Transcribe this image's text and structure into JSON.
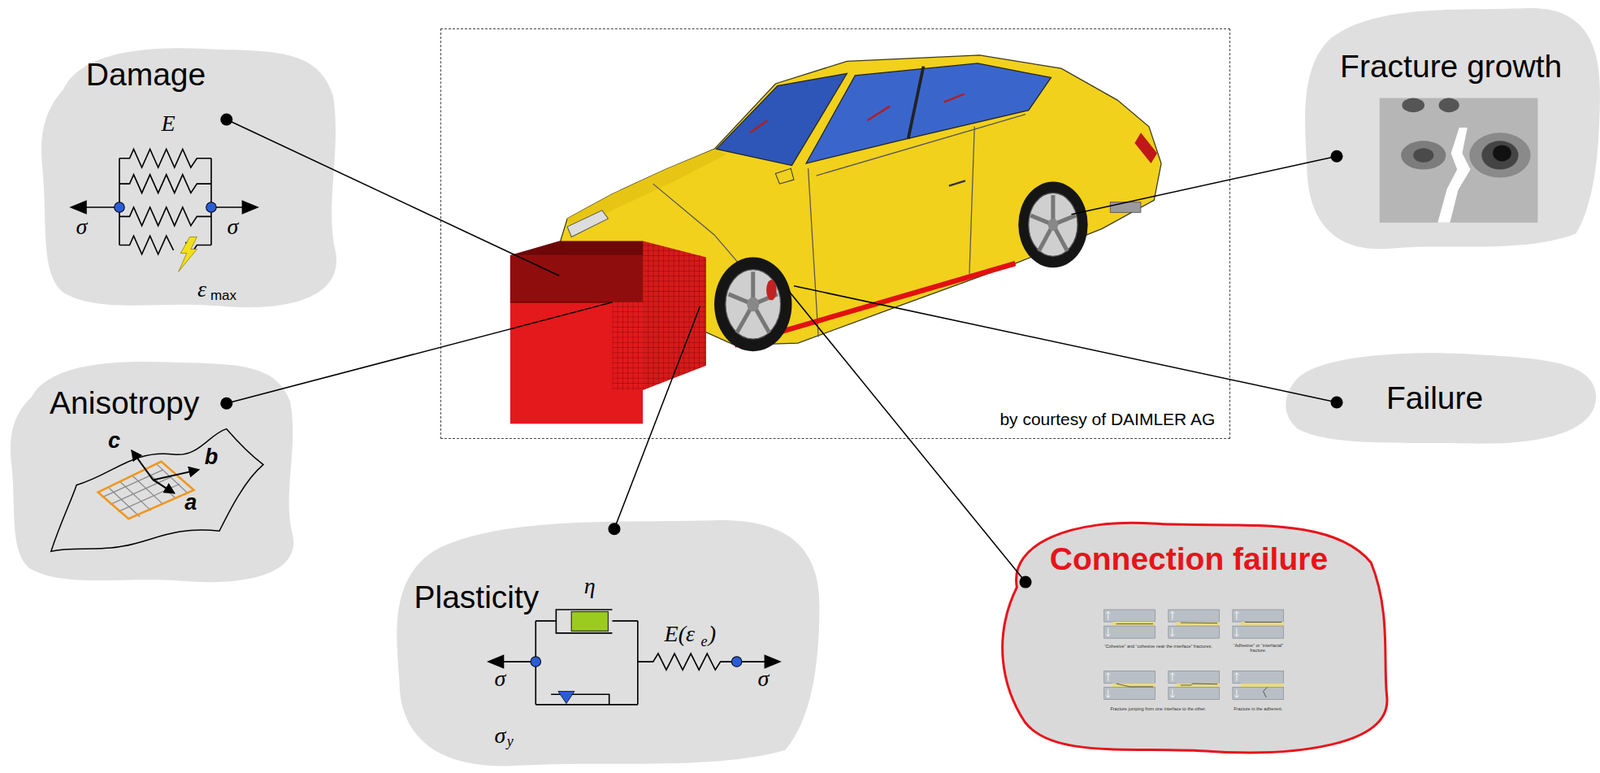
{
  "diagram": {
    "nodes": [
      {
        "text": [
          "Damage",
          "E",
          "σ",
          "σ",
          "ε",
          "max"
        ]
      },
      {
        "text": [
          "by courtesy of DAIMLER AG"
        ]
      },
      {
        "text": [
          "Fracture growth"
        ]
      },
      {
        "text": [
          "Anisotropy",
          "c",
          "b",
          "a"
        ]
      },
      {
        "text": [
          "Failure"
        ]
      },
      {
        "text": [
          "Plasticity",
          "η",
          "E(ε",
          "e",
          ")",
          "σ",
          "σ",
          "σ",
          "y"
        ]
      },
      {
        "text": [
          "Connection failure",
          "“Cohesive” and “cohesive near the interface” fractures.",
          "“Adhesive” or “interfacial” fracture.",
          "Fracture jumping from one interface to the other.",
          "Fracture in the adherent."
        ]
      }
    ]
  }
}
